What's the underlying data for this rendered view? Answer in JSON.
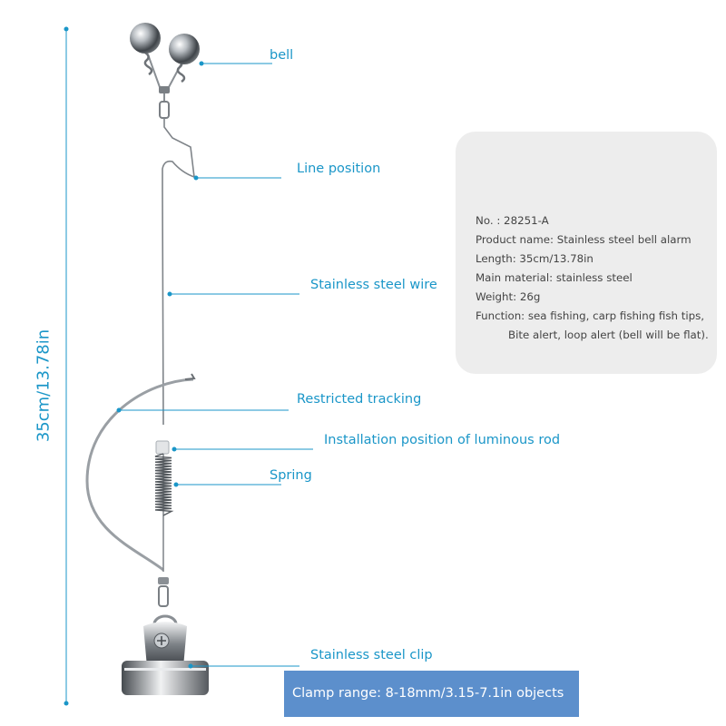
{
  "dimension": {
    "label": "35cm/13.78in"
  },
  "callouts": {
    "bell": "bell",
    "line_position": "Line position",
    "wire": "Stainless steel wire",
    "restricted_tracking": "Restricted tracking",
    "luminous_rod": "Installation position of luminous rod",
    "spring": "Spring",
    "clip": "Stainless steel clip"
  },
  "specs": [
    "No. : 28251-A",
    "Product name: Stainless steel bell alarm",
    "Length: 35cm/13.78in",
    "Main material: stainless steel",
    "Weight: 26g",
    "Function: sea fishing, carp fishing fish tips,",
    "Bite alert, loop alert (bell will be flat)."
  ],
  "clamp": {
    "text": "Clamp range: 8-18mm/3.15-7.1in objects"
  },
  "colors": {
    "accent": "#1a96c8",
    "card": "#ededed",
    "clamp_box": "#5c8fcc",
    "metal": "#8a8f94"
  }
}
